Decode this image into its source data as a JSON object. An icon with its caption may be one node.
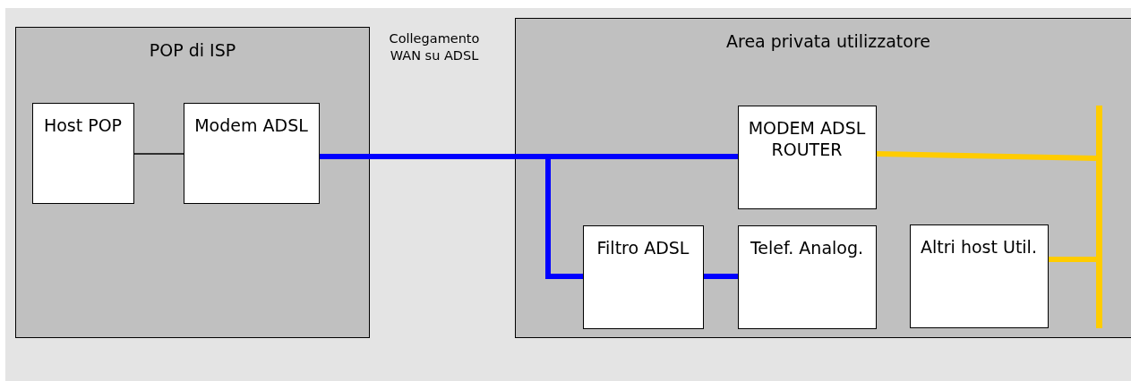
{
  "diagram": {
    "nodes": [
      {
        "text": [
          "POP di ISP"
        ]
      },
      {
        "text": [
          "Host POP"
        ],
        "in": 0
      },
      {
        "text": [
          "Modem ADSL"
        ],
        "in": 0
      },
      {
        "text": [
          "Area privata utilizzatore"
        ]
      },
      {
        "text": [
          "MODEM ADSL ROUTER"
        ],
        "in": 3
      },
      {
        "text": [
          "Filtro ADSL"
        ],
        "in": 3
      },
      {
        "text": [
          "Telef. Analog."
        ],
        "in": 3
      },
      {
        "text": [
          "Altri host Util."
        ],
        "in": 3
      },
      {
        "text": [],
        "shape": "bar",
        "in": 3
      }
    ],
    "edges": [
      {
        "from": 1,
        "to": 2,
        "arrow": "none",
        "color": "#000000"
      },
      {
        "from": 2,
        "to": 4,
        "arrow": "none",
        "color": "#0000ff"
      },
      {
        "from": 2,
        "to": 5,
        "arrow": "none",
        "color": "#0000ff"
      },
      {
        "from": 5,
        "to": 6,
        "arrow": "none",
        "color": "#0000ff"
      },
      {
        "from": 4,
        "to": 8,
        "arrow": "none",
        "color": "#ffcc00"
      },
      {
        "from": 7,
        "to": 8,
        "arrow": "none",
        "color": "#ffcc00"
      }
    ],
    "labels": [
      "Collegamento WAN su ADSL"
    ]
  }
}
